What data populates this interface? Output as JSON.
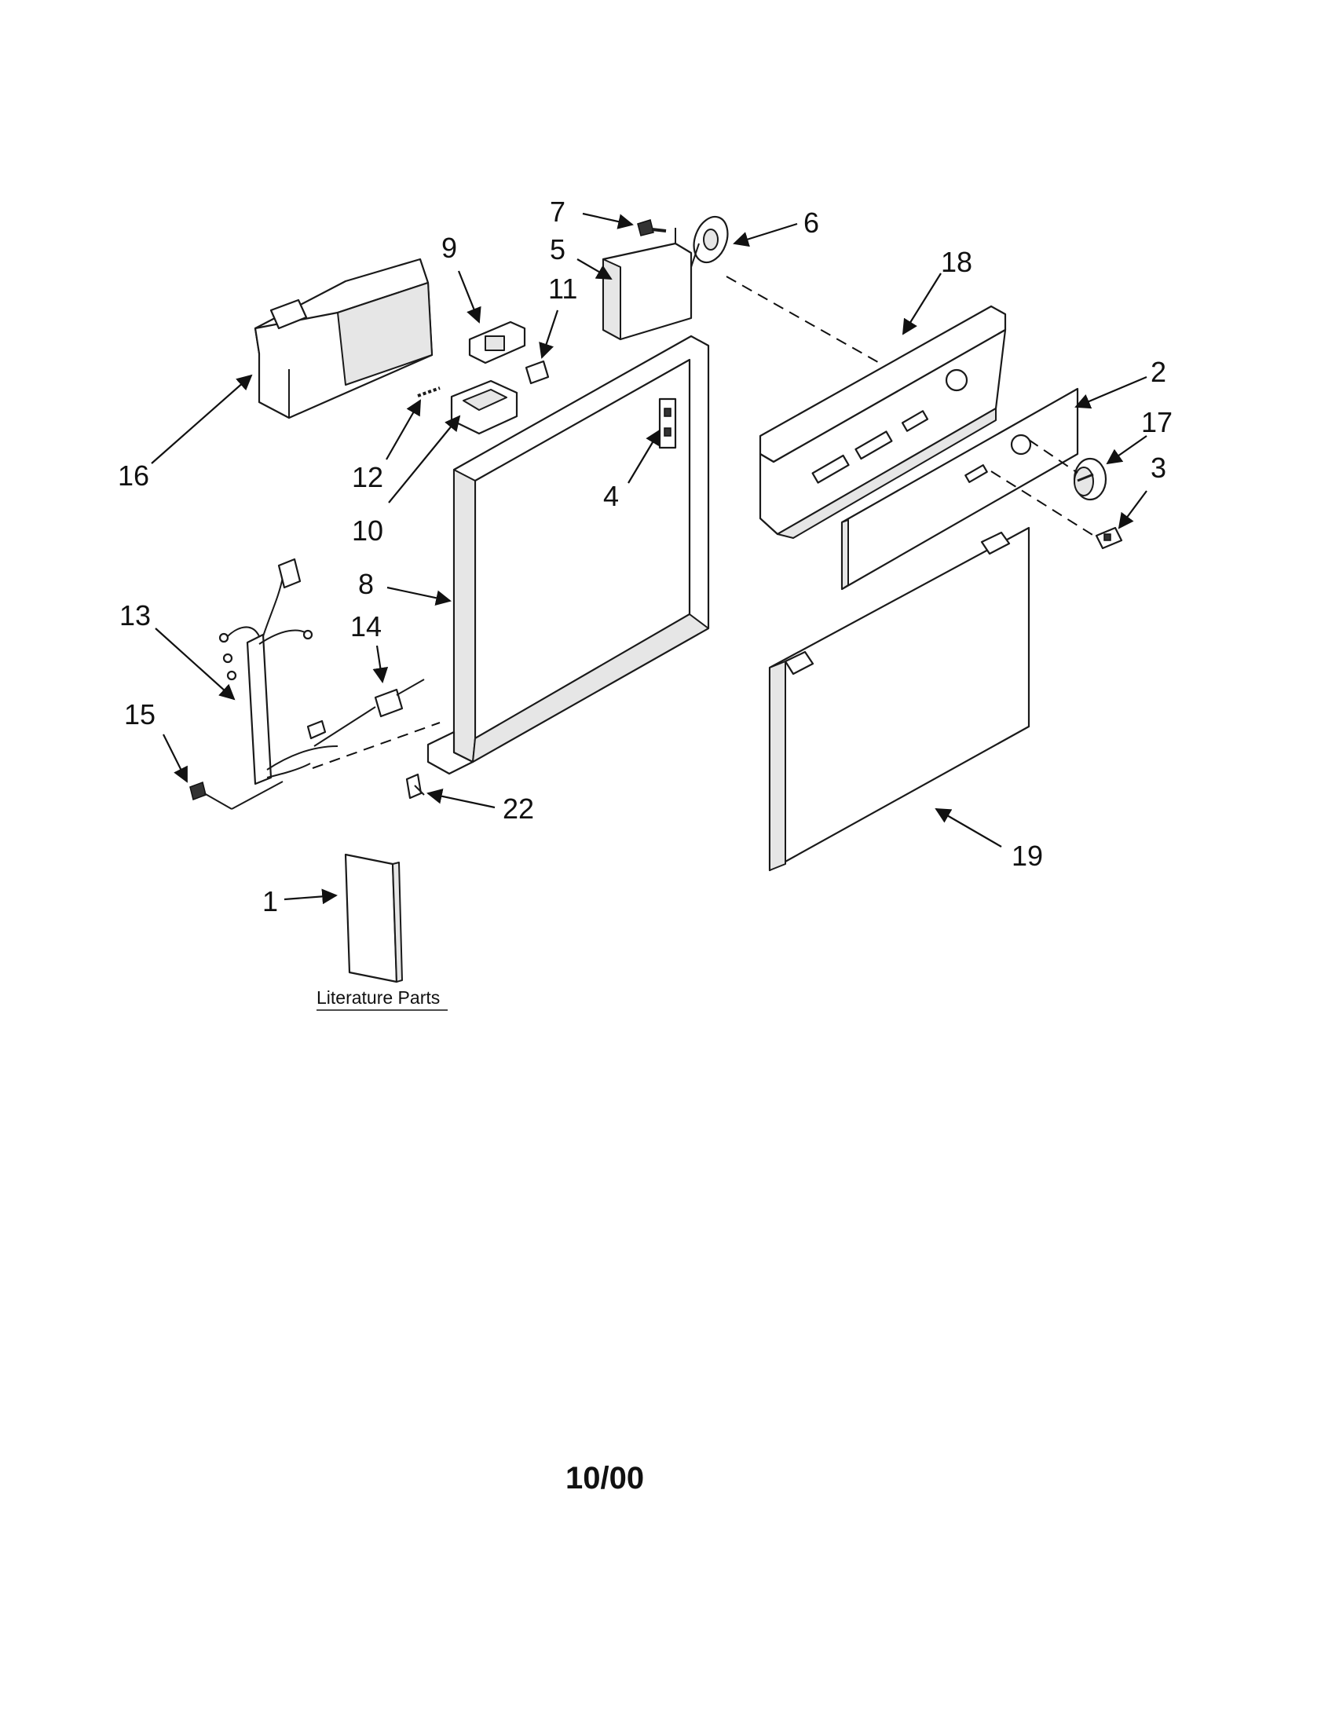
{
  "callouts": {
    "c1": "1",
    "c2": "2",
    "c3": "3",
    "c4": "4",
    "c5": "5",
    "c6": "6",
    "c7": "7",
    "c8": "8",
    "c9": "9",
    "c10": "10",
    "c11": "11",
    "c12": "12",
    "c13": "13",
    "c14": "14",
    "c15": "15",
    "c16": "16",
    "c17": "17",
    "c18": "18",
    "c19": "19",
    "c22": "22"
  },
  "literature_caption": "Literature Parts",
  "date_code": "10/00"
}
